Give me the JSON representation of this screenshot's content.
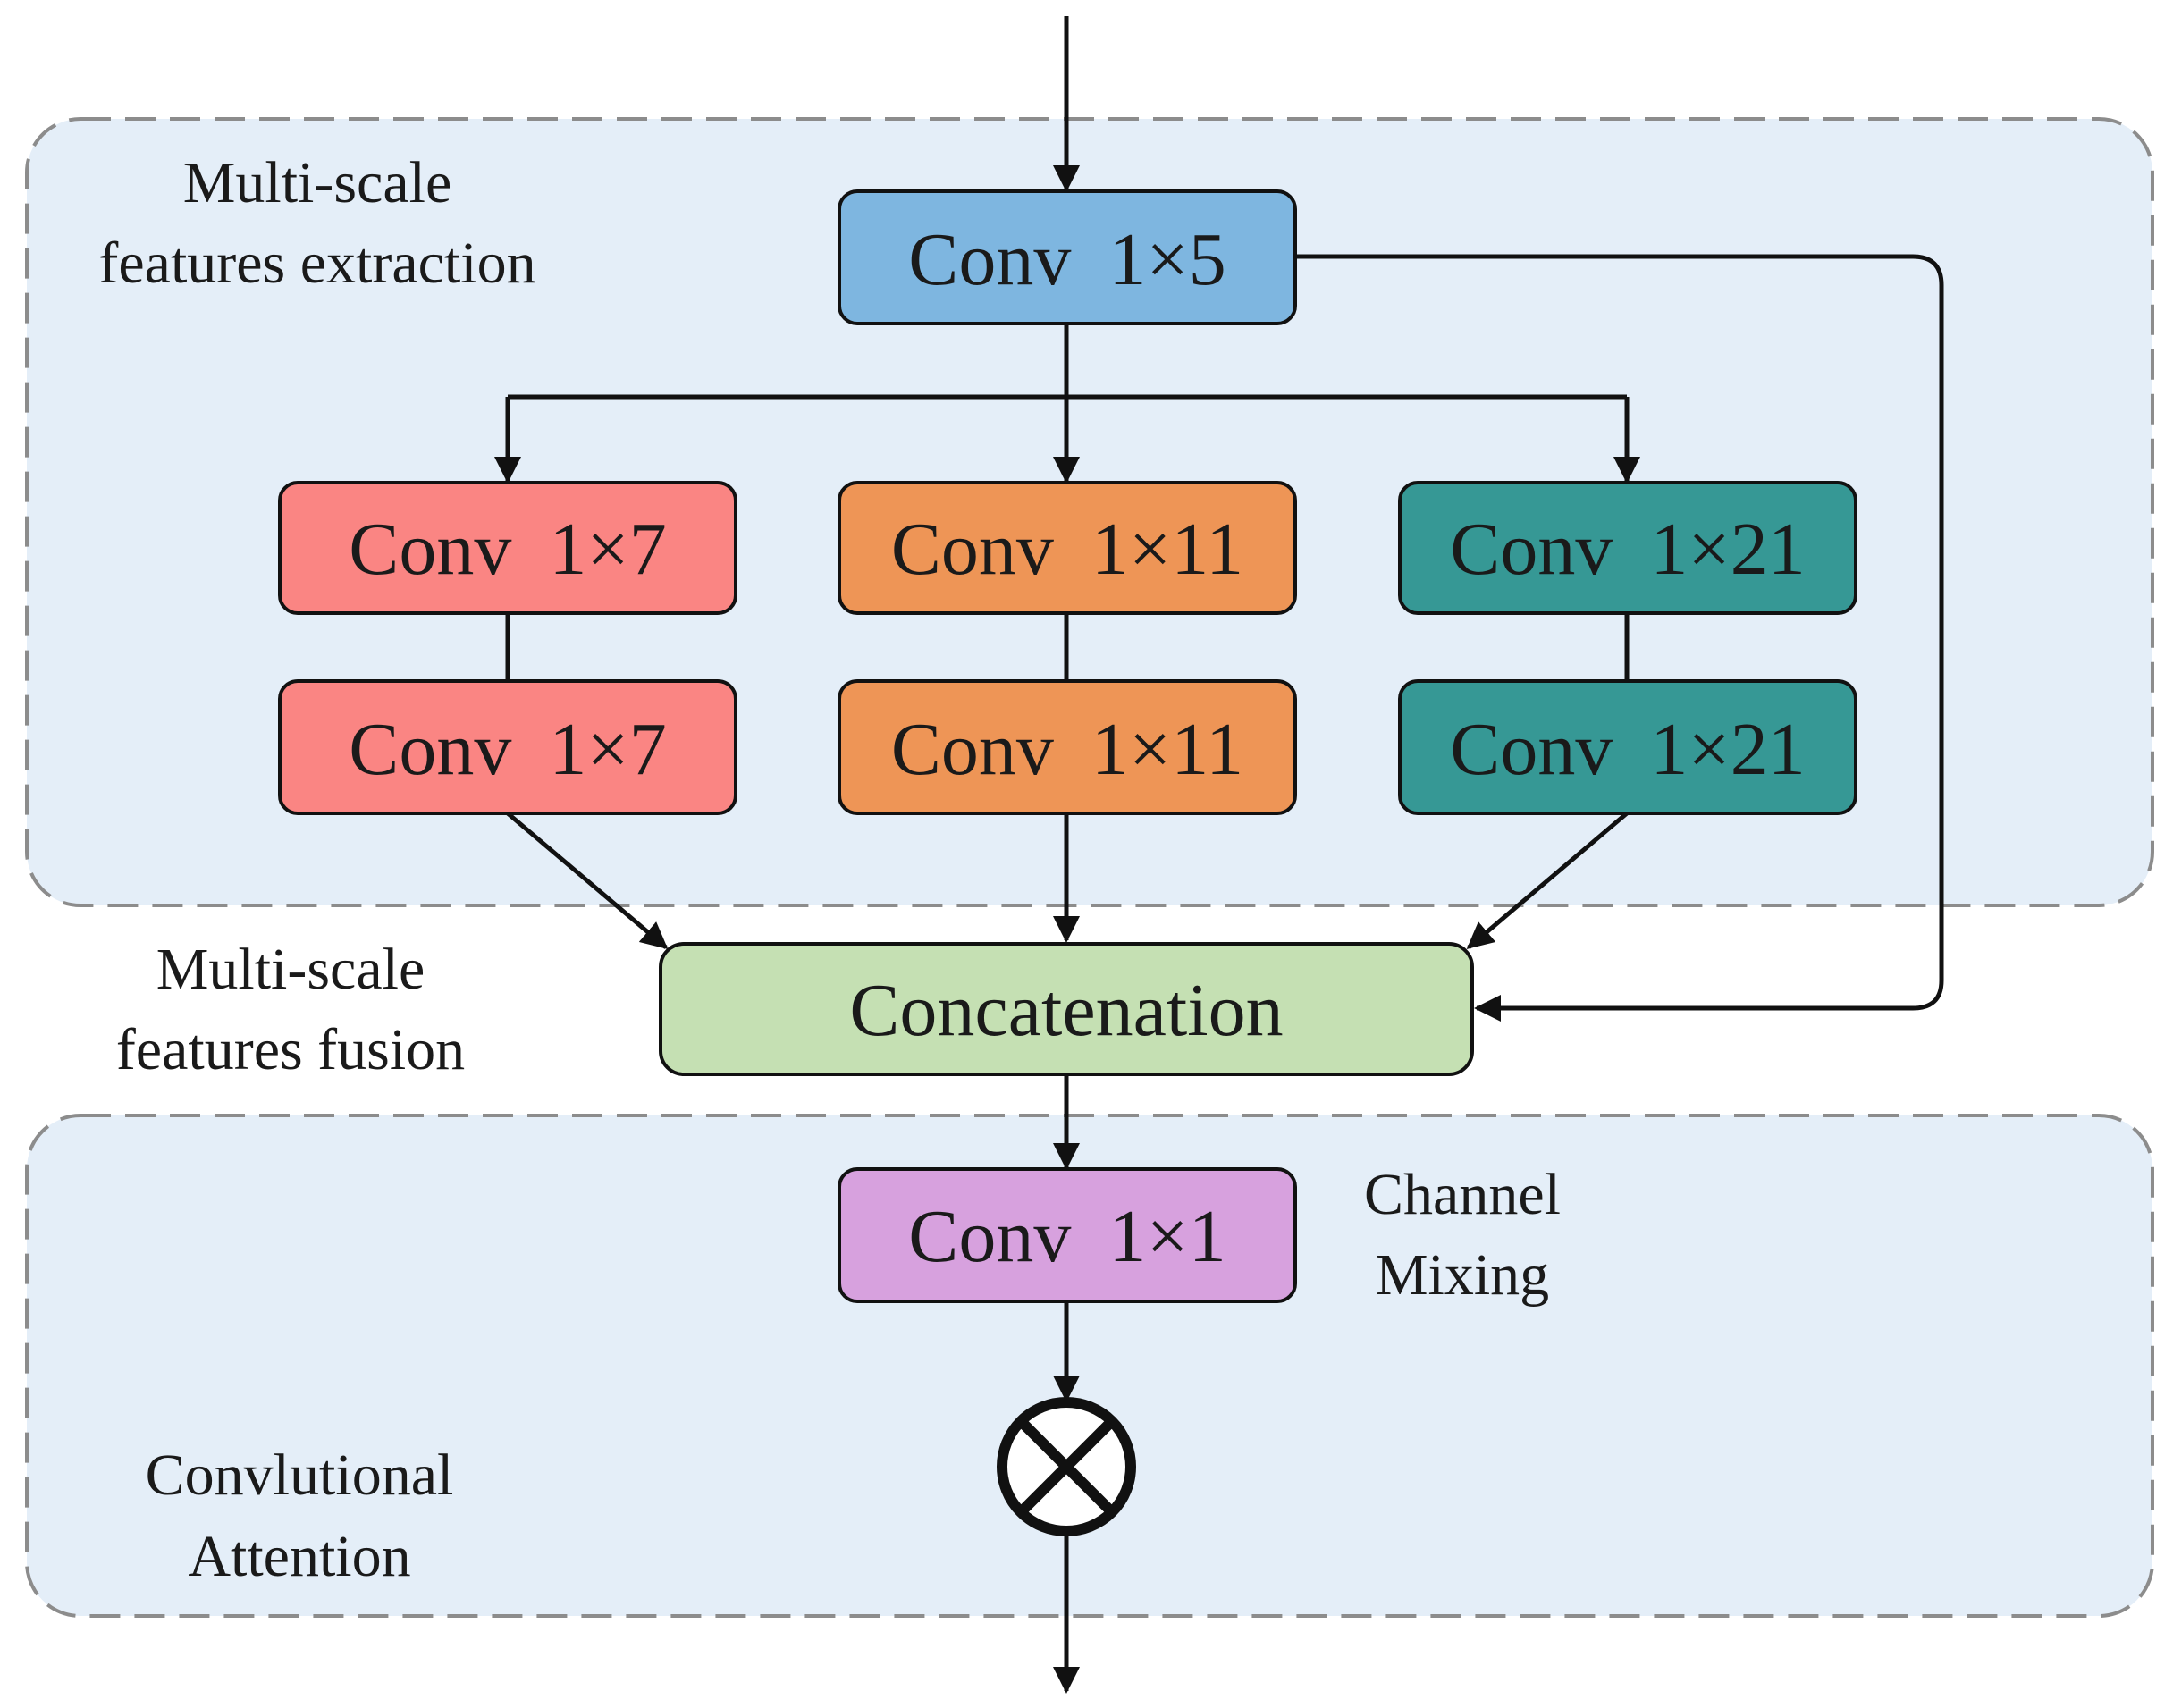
{
  "regions": {
    "extraction": {
      "line1": "Multi-scale",
      "line2": "features extraction"
    },
    "fusion": {
      "line1": "Multi-scale",
      "line2": "features fusion"
    },
    "attention": {
      "line1": "Convlutional",
      "line2": "Attention"
    },
    "channel_mixing": {
      "line1": "Channel",
      "line2": "Mixing"
    }
  },
  "blocks": {
    "conv_top": {
      "label": "Conv  1×5",
      "color": "#7EB6E0"
    },
    "conv7_a": {
      "label": "Conv  1×7",
      "color": "#FA8583"
    },
    "conv7_b": {
      "label": "Conv  1×7",
      "color": "#FA8583"
    },
    "conv11_a": {
      "label": "Conv  1×11",
      "color": "#EE9556"
    },
    "conv11_b": {
      "label": "Conv  1×11",
      "color": "#EE9556"
    },
    "conv21_a": {
      "label": "Conv  1×21",
      "color": "#369895"
    },
    "conv21_b": {
      "label": "Conv  1×21",
      "color": "#369895"
    },
    "concat": {
      "label": "Concatenation",
      "color": "#C5E0B3"
    },
    "conv1": {
      "label": "Conv  1×1",
      "color": "#D7A1DE"
    }
  },
  "multiply_symbol": {
    "icon": "multiply-circle-icon"
  },
  "colors": {
    "region_fill": "#E4EEF8",
    "region_stroke": "#8C8C8C",
    "line": "#111111"
  }
}
